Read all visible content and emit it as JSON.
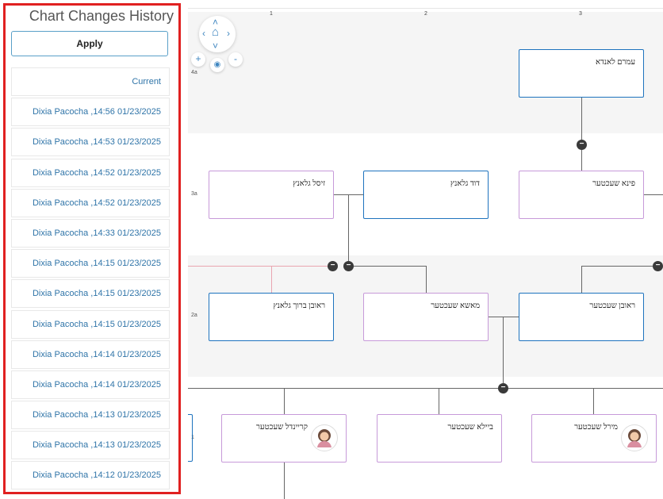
{
  "sidebar": {
    "title": "Chart Changes History",
    "apply_label": "Apply",
    "history": [
      "Current",
      "Dixia Pacocha ,14:56 01/23/2025",
      "Dixia Pacocha ,14:53 01/23/2025",
      "Dixia Pacocha ,14:52 01/23/2025",
      "Dixia Pacocha ,14:52 01/23/2025",
      "Dixia Pacocha ,14:33 01/23/2025",
      "Dixia Pacocha ,14:15 01/23/2025",
      "Dixia Pacocha ,14:15 01/23/2025",
      "Dixia Pacocha ,14:15 01/23/2025",
      "Dixia Pacocha ,14:14 01/23/2025",
      "Dixia Pacocha ,14:14 01/23/2025",
      "Dixia Pacocha ,14:13 01/23/2025",
      "Dixia Pacocha ,14:13 01/23/2025",
      "Dixia Pacocha ,14:12 01/23/2025"
    ]
  },
  "chart": {
    "columns": [
      "1",
      "2",
      "3"
    ],
    "generations": [
      "4a",
      "3a",
      "2a",
      "1"
    ],
    "collapse_symbol": "−",
    "cards": {
      "amram": "עמרם לאנדא",
      "zisl": "זיסל גלאנץ",
      "dovid": "דוד גלאנץ",
      "fina": "פינא שעכטער",
      "reuven_boruch": "ראובן ברוך גלאנץ",
      "masha": "מאשא שעכטער",
      "reuven": "ראובן שעכטער",
      "kreindel": "קריינדל שעכטער",
      "beila": "ביילא שעכטער",
      "mirel": "מירל שעכטער"
    }
  },
  "nav": {
    "up": "˄",
    "down": "˅",
    "left": "‹",
    "right": "›",
    "home": "⌂",
    "zoom_in": "+",
    "zoom_out": "-",
    "eye": "◉"
  },
  "colors": {
    "male_border": "#1e73be",
    "female_border": "#c79ad9",
    "link": "#2f74a8",
    "highlight": "#e02020"
  }
}
